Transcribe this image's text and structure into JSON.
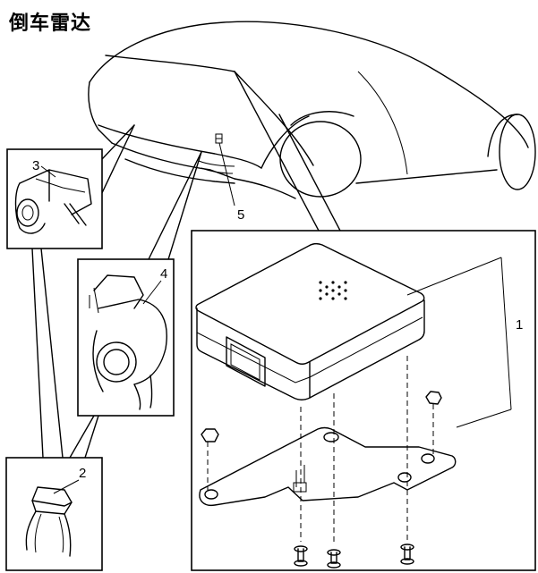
{
  "title": "倒车雷达",
  "callouts": {
    "module": "1",
    "bracket_clip": "2",
    "sensor_left": "3",
    "sensor_right": "4",
    "center_part": "5"
  }
}
